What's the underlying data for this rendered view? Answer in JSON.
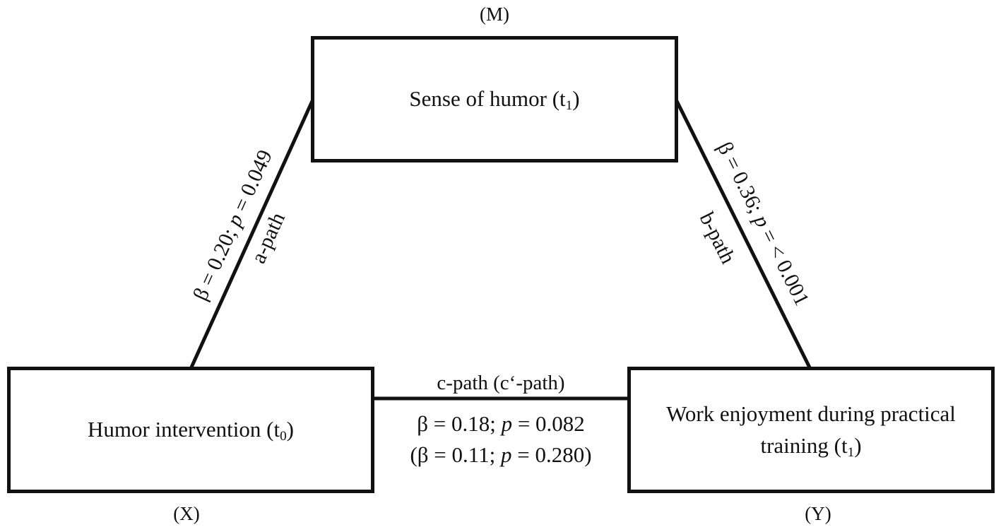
{
  "mediator": {
    "role": "(M)",
    "label": "Sense of humor (t",
    "sub": "1",
    "close": ")"
  },
  "predictor": {
    "role": "(X)",
    "label": "Humor intervention (t",
    "sub": "0",
    "close": ")"
  },
  "outcome": {
    "role": "(Y)",
    "line1": "Work enjoyment during practical",
    "line2": "training (t",
    "sub": "1",
    "close": ")"
  },
  "a_path": {
    "name": "a-path",
    "beta": "β = 0.20; ",
    "p_symbol": "p",
    "p_value": " = 0.049"
  },
  "b_path": {
    "name": "b-path",
    "beta": "β = 0.36; ",
    "p_symbol": "p",
    "p_value": " = < 0.001"
  },
  "c_path": {
    "name": "c-path (c‘-path)",
    "beta": "β = 0.18; ",
    "p_symbol": "p",
    "p_value": " = 0.082",
    "direct_open": "(β = 0.11; ",
    "direct_p_symbol": "p",
    "direct_p_value": " = 0.280)"
  }
}
